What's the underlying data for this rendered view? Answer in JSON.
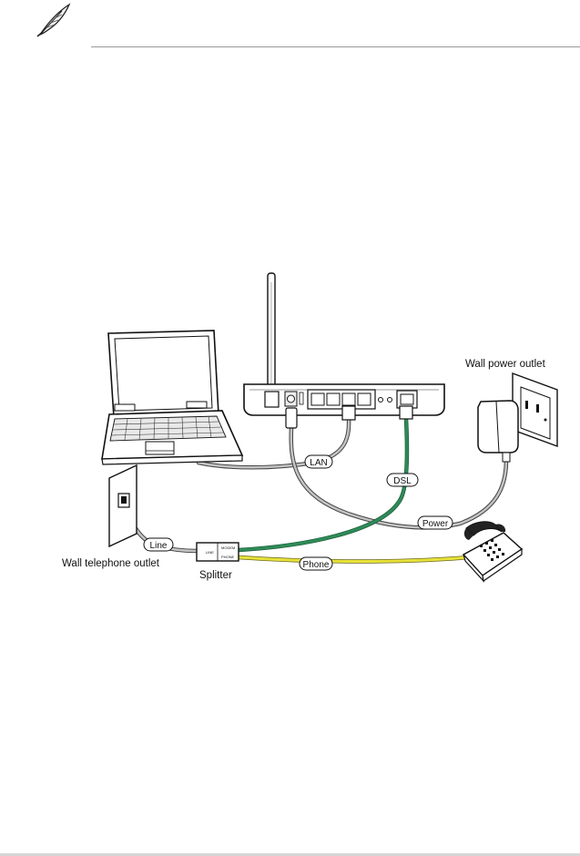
{
  "diagram": {
    "labels": {
      "wall_power_outlet": "Wall power outlet",
      "wall_telephone_outlet": "Wall telephone outlet",
      "splitter": "Splitter"
    },
    "cables": {
      "lan": "LAN",
      "dsl": "DSL",
      "power": "Power",
      "line": "Line",
      "phone": "Phone"
    },
    "colors": {
      "dsl_cable": "#2e8b57",
      "phone_cable": "#e8e23a",
      "gray_cable": "#b9b9b9"
    }
  }
}
